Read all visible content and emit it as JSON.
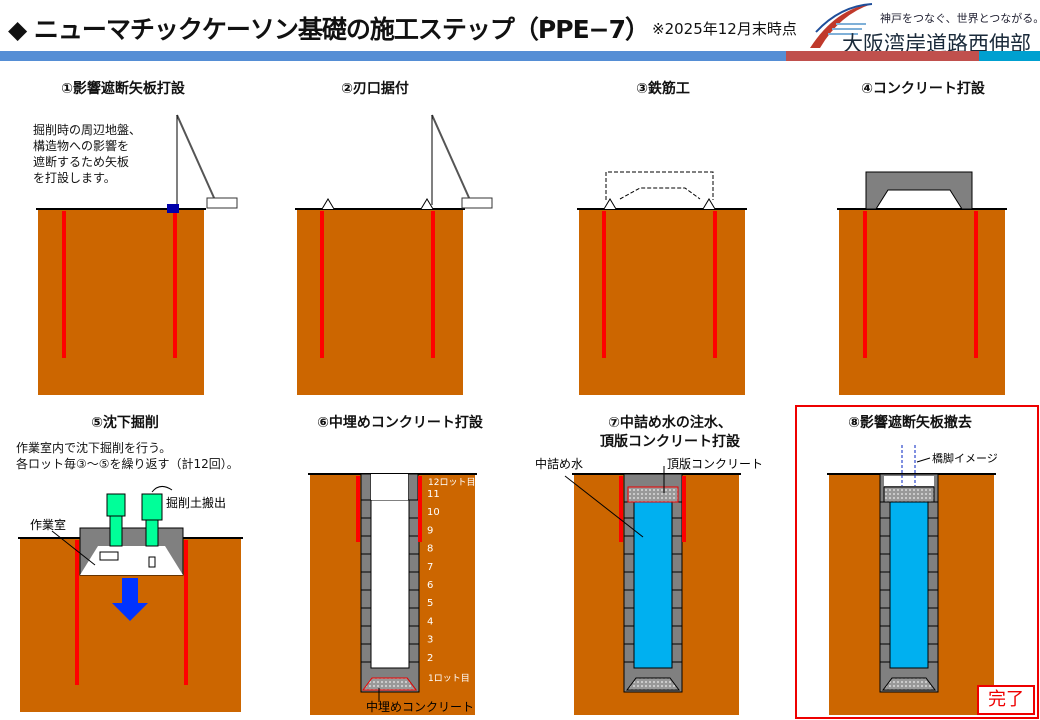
{
  "header": {
    "title": "◆ ニューマチックケーソン基礎の施工ステップ（PPE−7）",
    "note": "※2025年12月末時点",
    "logo_tagline": "神戸をつなぐ、世界とつながる。",
    "logo_name": "大阪湾岸道路西伸部",
    "colors": {
      "bar_blue": "#558ed5",
      "bar_red": "#c0504d",
      "bar_teal": "#00a0d0"
    }
  },
  "steps": [
    {
      "title": "①影響遮断矢板打設",
      "note_lines": [
        "掘削時の周辺地盤、",
        "構造物への影響を",
        "遮断するため矢板",
        "を打設します。"
      ]
    },
    {
      "title": "②刃口据付"
    },
    {
      "title": "③鉄筋工"
    },
    {
      "title": "④コンクリート打設"
    },
    {
      "title": "⑤沈下掘削",
      "note_lines": [
        "作業室内で沈下掘削を行う。",
        "各ロット毎③～⑤を繰り返す（計12回）。"
      ],
      "labels": {
        "chamber": "作業室",
        "soil_out": "掘削土搬出"
      }
    },
    {
      "title": "⑥中埋めコンクリート打設",
      "lots": [
        "12ロット目",
        "11",
        "10",
        "9",
        "8",
        "7",
        "6",
        "5",
        "4",
        "3",
        "2",
        "1ロット目"
      ],
      "labels": {
        "fill_concrete": "中埋めコンクリート"
      }
    },
    {
      "title_lines": [
        "⑦中詰め水の注水、",
        "頂版コンクリート打設"
      ],
      "labels": {
        "fill_water": "中詰め水",
        "top_slab": "頂版コンクリート"
      }
    },
    {
      "title": "⑧影響遮断矢板撤去",
      "labels": {
        "pier": "橋脚イメージ"
      },
      "status": "完了"
    }
  ],
  "colors": {
    "soil": "#cc6600",
    "pile": "#ff0000",
    "water": "#00b0f0",
    "wall": "#808080",
    "equip": "#00ff99",
    "arrow": "#0033ff"
  }
}
